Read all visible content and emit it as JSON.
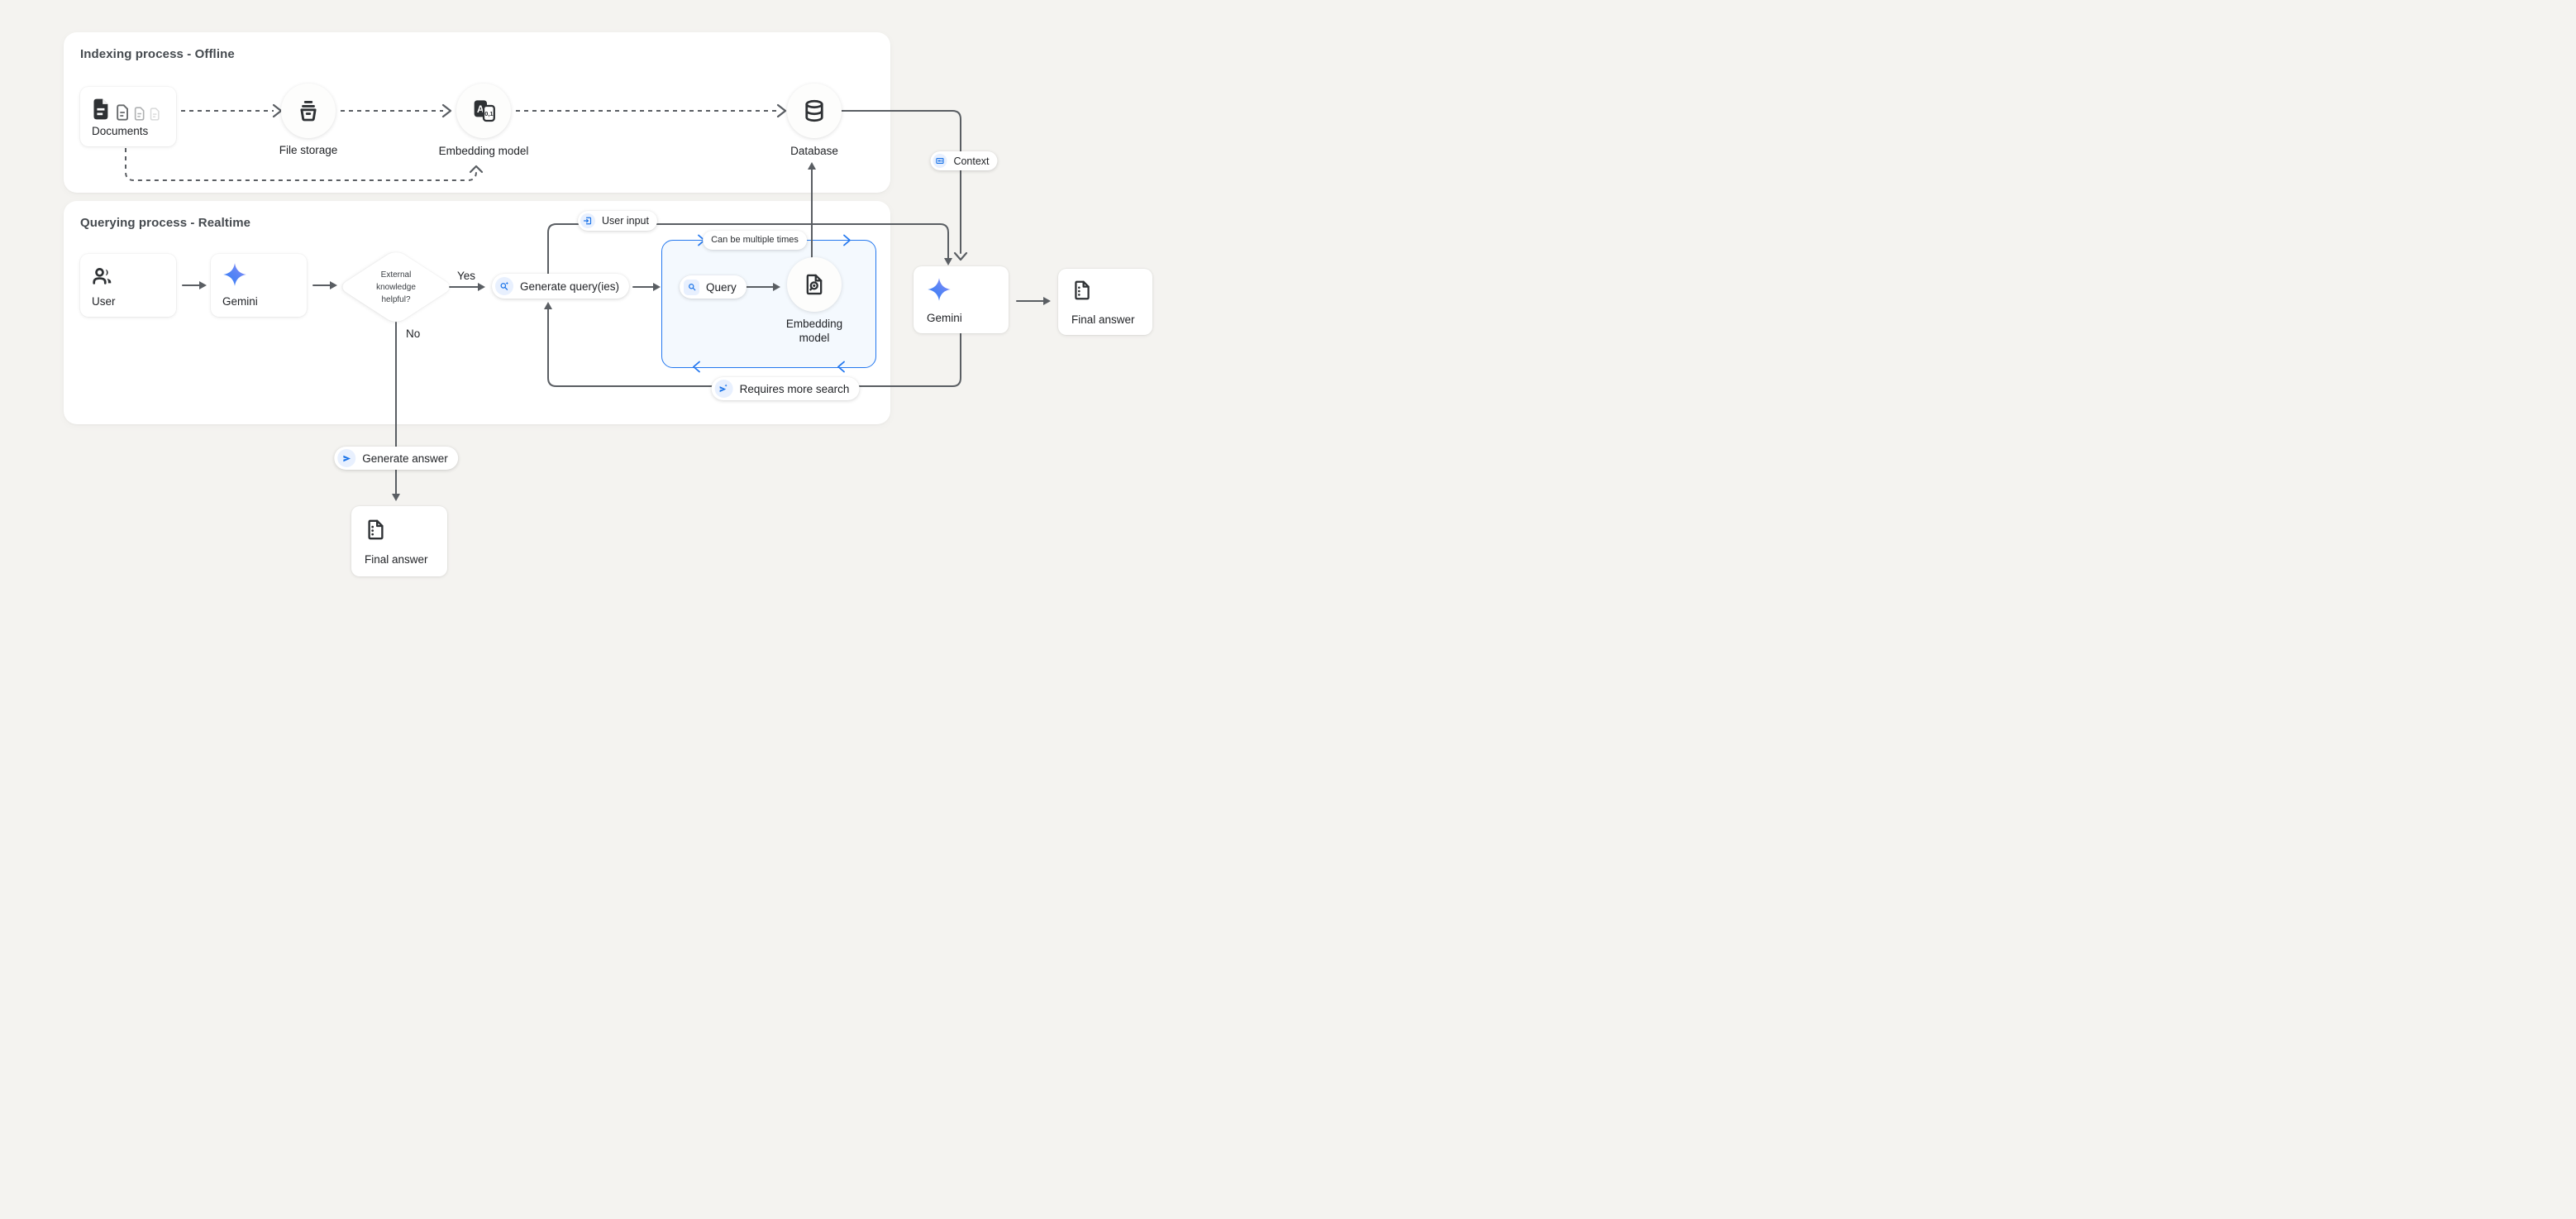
{
  "app": {
    "description": "RAG architecture diagram with Gemini"
  },
  "colors": {
    "canvas_bg": "#f4f3f0",
    "panel_bg": "#ffffff",
    "accent_blue": "#1a73e8",
    "icon_chip_blue": "#e8f0fe",
    "loop_box_fill": "#f4f9fe",
    "loop_box_border": "#2478ef",
    "connector_gray": "#5a5e63",
    "icon_dark": "#2e3134",
    "gemini_gradient_start": "#2e7cf6",
    "gemini_gradient_end": "#988ffa"
  },
  "panels": {
    "indexing": {
      "title": "Indexing process - Offline"
    },
    "querying": {
      "title": "Querying process - Realtime"
    }
  },
  "nodes": {
    "documents": {
      "label": "Documents",
      "icon": "documents-icon"
    },
    "file_storage": {
      "label": "File storage",
      "icon": "storage-bucket-icon"
    },
    "embedding_model_offline": {
      "label": "Embedding model",
      "icon": "translate-embedding-icon"
    },
    "database": {
      "label": "Database",
      "icon": "database-icon"
    },
    "user": {
      "label": "User",
      "icon": "users-icon"
    },
    "gemini_left": {
      "label": "Gemini",
      "icon": "gemini-star-icon"
    },
    "decision": {
      "label": "External knowledge helpful?",
      "line1": "External",
      "line2": "knowledge",
      "line3": "helpful?"
    },
    "generate_queries": {
      "label": "Generate query(ies)",
      "icon": "search-sparkle-icon"
    },
    "query": {
      "label": "Query",
      "icon": "search-icon"
    },
    "embedding_model_realtime": {
      "line1": "Embedding",
      "line2": "model",
      "icon": "document-search-icon"
    },
    "gemini_right": {
      "label": "Gemini",
      "icon": "gemini-star-icon"
    },
    "final_answer_right": {
      "label": "Final answer",
      "icon": "answer-document-icon"
    },
    "final_answer_bottom": {
      "label": "Final answer",
      "icon": "answer-document-icon"
    }
  },
  "badges": {
    "context": {
      "label": "Context",
      "icon": "article-icon"
    },
    "user_input": {
      "label": "User input",
      "icon": "input-login-icon"
    },
    "can_be_multiple_times": {
      "label": "Can be multiple times"
    },
    "requires_more_search": {
      "label": "Requires more search",
      "icon": "send-sparkle-icon"
    },
    "generate_answer": {
      "label": "Generate answer",
      "icon": "send-icon"
    }
  },
  "edge_labels": {
    "yes": "Yes",
    "no": "No"
  }
}
